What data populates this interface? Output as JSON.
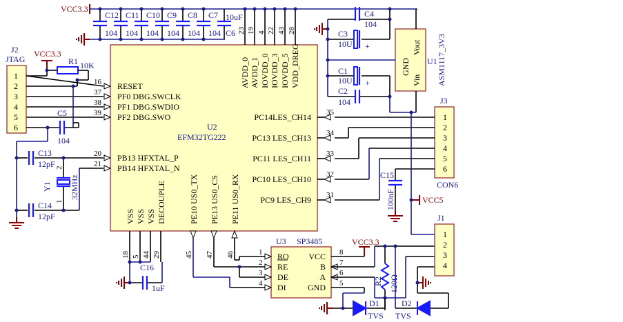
{
  "power": {
    "vcc33": "VCC3.3",
    "vcc5": "VCC5"
  },
  "decoupling": {
    "caps": [
      "C12",
      "C11",
      "C10",
      "C9",
      "C8",
      "C7"
    ],
    "value": "104",
    "c6_label": "C6",
    "c6_value": "10uF"
  },
  "u2": {
    "ref": "U2",
    "part": "EFM32TG222",
    "top_pins": [
      {
        "num": "23",
        "name": "AVDD_0"
      },
      {
        "num": "19",
        "name": "AVDD_1"
      },
      {
        "num": "4",
        "name": "IOVDD_0"
      },
      {
        "num": "22",
        "name": "IOVDD_3"
      },
      {
        "num": "43",
        "name": "IOVDD_5"
      },
      {
        "num": "28",
        "name": "VDD_DREG"
      }
    ],
    "left_pins": [
      {
        "num": "16",
        "name": "RESET"
      },
      {
        "num": "37",
        "name": "PF0 DBG.SWCLK"
      },
      {
        "num": "38",
        "name": "PF1 DBG.SWDIO"
      },
      {
        "num": "39",
        "name": "PF2 DBG.SWO"
      },
      {
        "num": "20",
        "name": "PB13 HFXTAL_P"
      },
      {
        "num": "21",
        "name": "PB14 HFXTAL_N"
      }
    ],
    "right_pins": [
      {
        "num": "35",
        "name": "PC14LES_CH14"
      },
      {
        "num": "34",
        "name": "PC13 LES_CH13"
      },
      {
        "num": "33",
        "name": "PC11 LES_CH11"
      },
      {
        "num": "32",
        "name": "PC10 LES_CH10"
      },
      {
        "num": "31",
        "name": "PC9 LES_CH9"
      }
    ],
    "bottom_pins": [
      {
        "num": "18",
        "name": "VSS"
      },
      {
        "num": "5",
        "name": "VSS"
      },
      {
        "num": "44",
        "name": "VSS"
      },
      {
        "num": "29",
        "name": "DECOUPLE"
      },
      {
        "num": "45",
        "name": "PE10 US0_TX"
      },
      {
        "num": "47",
        "name": "PE13 US0_CS"
      },
      {
        "num": "46",
        "name": "PE11 US0_RX"
      }
    ]
  },
  "j2": {
    "ref": "J2",
    "name": "JTAG",
    "pins": [
      "1",
      "2",
      "3",
      "4",
      "5",
      "6"
    ]
  },
  "r1": {
    "ref": "R1",
    "value": "10K"
  },
  "c5": {
    "ref": "C5",
    "value": "104"
  },
  "c13": {
    "ref": "C13",
    "value": "12pF"
  },
  "c14": {
    "ref": "C14",
    "value": "12pF"
  },
  "y1": {
    "ref": "Y1",
    "value": "32MHz",
    "pin2": "2",
    "pin1": "1"
  },
  "c16": {
    "ref": "C16",
    "value": "1uF"
  },
  "u1": {
    "ref": "U1",
    "part": "ASM1117_3V3",
    "gnd": "GND",
    "vout": "Vout",
    "vin": "Vin"
  },
  "c4": {
    "ref": "C4",
    "value": "104"
  },
  "c3": {
    "ref": "C3",
    "value": "10U"
  },
  "c1": {
    "ref": "C1",
    "value": "10U"
  },
  "c2": {
    "ref": "C2",
    "value": "104"
  },
  "plus": "+",
  "j3": {
    "ref": "J3",
    "name": "CON6",
    "pins": [
      "1",
      "2",
      "3",
      "4",
      "5",
      "6"
    ]
  },
  "c15": {
    "ref": "C15",
    "value": "100nF"
  },
  "j1": {
    "ref": "J1",
    "pins": [
      "1",
      "2",
      "3",
      "4"
    ]
  },
  "u3": {
    "ref": "U3",
    "part": "SP3485",
    "left_pins": [
      {
        "num": "1",
        "name": "RO"
      },
      {
        "num": "2",
        "name": "RE"
      },
      {
        "num": "3",
        "name": "DE"
      },
      {
        "num": "4",
        "name": "DI"
      }
    ],
    "right_pins": [
      {
        "num": "8",
        "name": "VCC"
      },
      {
        "num": "7",
        "name": "B"
      },
      {
        "num": "6",
        "name": "A"
      },
      {
        "num": "5",
        "name": "GND"
      }
    ]
  },
  "r2": {
    "ref": "R2",
    "value": "120Ω"
  },
  "d1": {
    "ref": "D1",
    "value": "TVS"
  },
  "d2": {
    "ref": "D2",
    "value": "TVS"
  }
}
